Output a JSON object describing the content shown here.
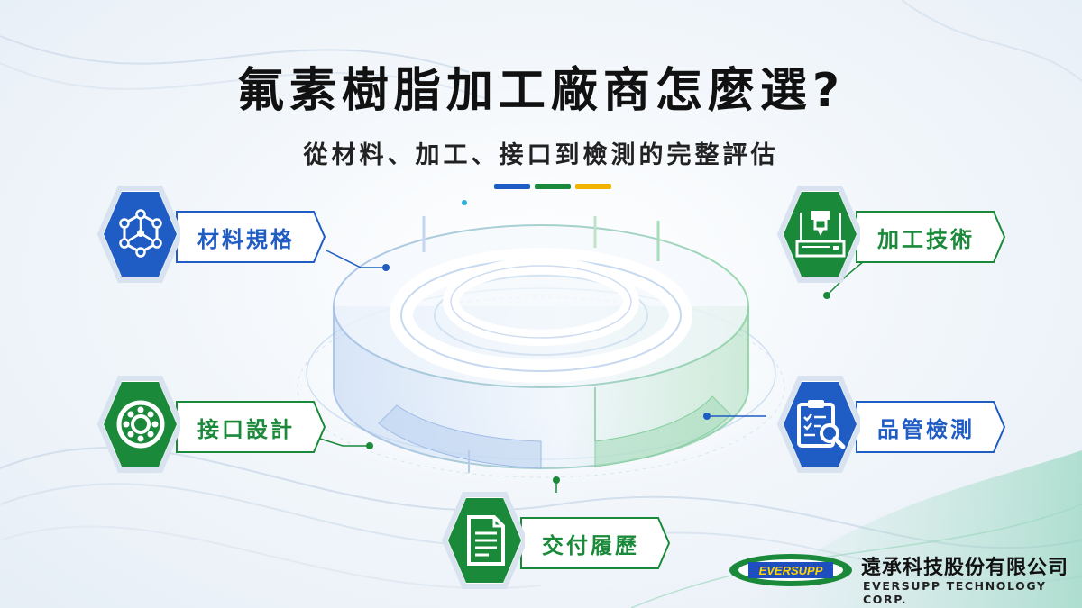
{
  "title": "氟素樹脂加工廠商怎麼選?",
  "subtitle": "從材料、加工、接口到檢測的完整評估",
  "accent_colors": [
    "#1f5cc4",
    "#1a8a3a",
    "#f0b400"
  ],
  "cards": [
    {
      "label": "材料規格",
      "icon": "molecule-icon",
      "color": "#1f5cc4"
    },
    {
      "label": "接口設計",
      "icon": "flange-icon",
      "color": "#1a8a3a"
    },
    {
      "label": "交付履歷",
      "icon": "document-icon",
      "color": "#1a8a3a"
    },
    {
      "label": "加工技術",
      "icon": "cnc-machine-icon",
      "color": "#1a8a3a"
    },
    {
      "label": "品管檢測",
      "icon": "clipboard-inspection-icon",
      "color": "#1f5cc4"
    }
  ],
  "company": {
    "logo_text": "EVERSUPP",
    "name_cn": "遠承科技股份有限公司",
    "name_en": "EVERSUPP TECHNOLOGY CORP."
  }
}
